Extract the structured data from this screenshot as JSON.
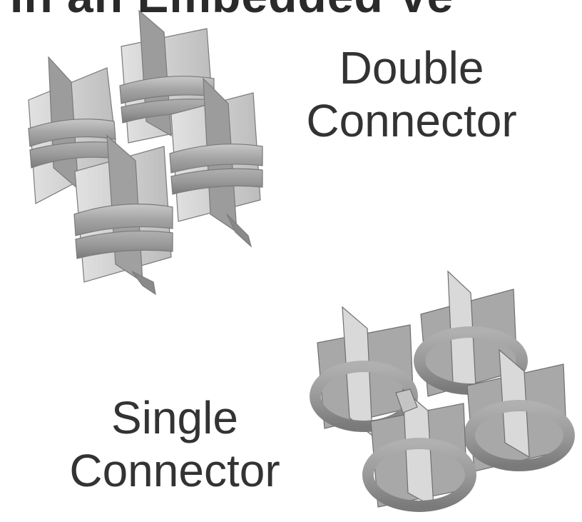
{
  "header": {
    "partial_title": "In an Embedded Ve"
  },
  "double": {
    "line1": "Double",
    "line2": "Connector"
  },
  "single": {
    "line1": "Single",
    "line2": "Connector"
  },
  "colors": {
    "text": "#333333",
    "fin_light": "#d6d6d6",
    "fin_dark": "#9a9a9a",
    "ring_light": "#bdbdbd",
    "ring_dark": "#7e7e7e"
  }
}
